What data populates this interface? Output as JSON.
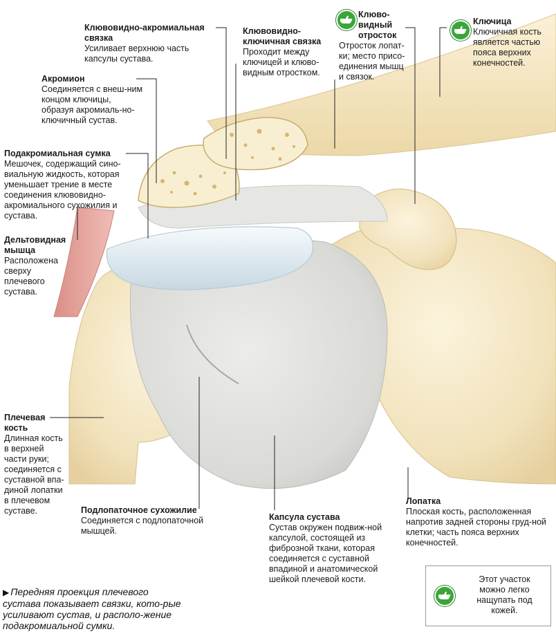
{
  "labels": {
    "coracoacromial": {
      "title": "Клювовидно-акромиальная связка",
      "desc": "Усиливает верхнюю часть капсулы сустава."
    },
    "coracoclavicular": {
      "title": "Клювовидно-ключичная связка",
      "desc": "Проходит между ключицей и клюво-видным отростком."
    },
    "coracoid": {
      "title": "Клюво-видный отросток",
      "desc": "Отросток лопат-ки; место присо-единения мышц и связок."
    },
    "clavicle": {
      "title": "Ключица",
      "desc": "Ключичная кость является частью пояса верхних конечностей."
    },
    "acromion": {
      "title": "Акромион",
      "desc": "Соединяется с внеш-ним концом ключицы, образуя акромиаль-но-ключичный сустав."
    },
    "bursa": {
      "title": "Подакромиальная сумка",
      "desc": "Мешочек, содержащий сино-виальную жидкость, которая уменьшает трение в месте соединения клювовидно-акромиального сухожилия и сустава."
    },
    "deltoid": {
      "title": "Дельтовидная мышца",
      "desc": "Расположена сверху плечевого сустава."
    },
    "humerus": {
      "title": "Плечевая кость",
      "desc": "Длинная кость в верхней части руки; соединяется с суставной впа-диной лопатки в плечевом суставе."
    },
    "subscapular": {
      "title": "Подлопаточное сухожилие",
      "desc": "Соединяется с подлопаточной мышцей."
    },
    "capsule": {
      "title": "Капсула сустава",
      "desc": "Сустав окружен подвиж-ной капсулой, состоящей из фиброзной ткани, которая соединяется с суставной впадиной и анатомической шейкой плечевой кости."
    },
    "scapula": {
      "title": "Лопатка",
      "desc": "Плоская кость, расположенная напротив задней стороны груд-ной клетки; часть пояса верхних конечностей."
    }
  },
  "caption": "Передняя проекция плечевого сустава показывает связки, кото-рые усиливают сустав, и располо-жение подакромиальной сумки.",
  "legend": "Этот участок можно легко нащупать под кожей.",
  "icons": {
    "palpable": "hand-pointing-icon",
    "caption_marker": "triangle-right-icon"
  },
  "colors": {
    "bone": "#f3e6c4",
    "ligament": "#e4e4e2",
    "bursa": "#dfe9ef",
    "muscle": "#e7aaa3",
    "badge": "#3aa63a"
  }
}
